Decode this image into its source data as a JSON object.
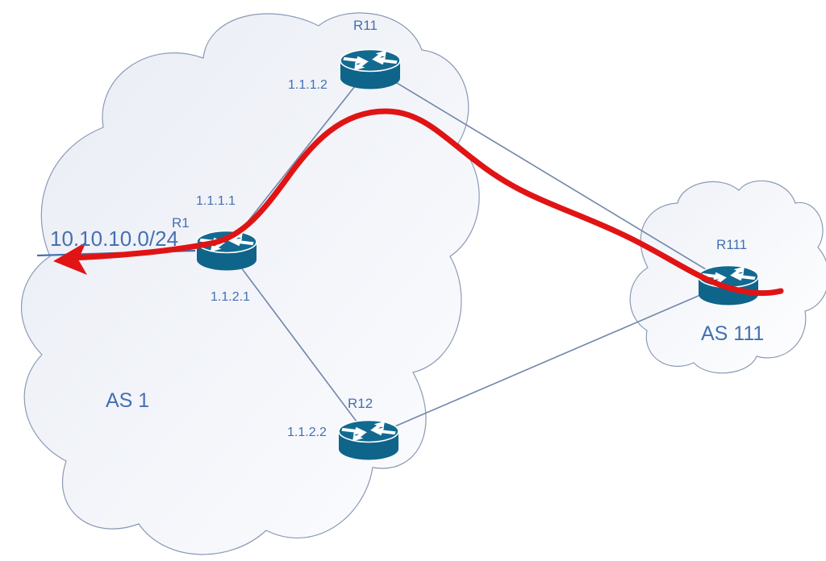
{
  "labels": {
    "network": "10.10.10.0/24",
    "as1": "AS 1",
    "as111": "AS 111",
    "r1": "R1",
    "r11": "R11",
    "r12": "R12",
    "r111": "R111",
    "if_r1_to_r11": "1.1.1.1",
    "if_r11_to_r1": "1.1.1.2",
    "if_r1_to_r12": "1.1.2.1",
    "if_r12_to_r1": "1.1.2.2"
  },
  "topology": {
    "autonomous_systems": [
      {
        "name": "AS 1",
        "routers": [
          "R1",
          "R11",
          "R12"
        ]
      },
      {
        "name": "AS 111",
        "routers": [
          "R111"
        ]
      }
    ],
    "links": [
      {
        "from": "R1",
        "to": "R11",
        "from_interface": "1.1.1.1",
        "to_interface": "1.1.1.2"
      },
      {
        "from": "R1",
        "to": "R12",
        "from_interface": "1.1.2.1",
        "to_interface": "1.1.2.2"
      },
      {
        "from": "R11",
        "to": "R111"
      },
      {
        "from": "R12",
        "to": "R111"
      },
      {
        "from": "R1",
        "to": "10.10.10.0/24"
      }
    ],
    "highlighted_route": {
      "from": "R111",
      "via": "R11",
      "to": "10.10.10.0/24"
    }
  },
  "icons": [
    {
      "name": "router-icon",
      "count": 4
    }
  ],
  "colors": {
    "router_fill": "#126a90",
    "label_text": "#4470b2",
    "link_line": "#7186a9",
    "cloud_outline": "#8a9ab5",
    "cloud_fill_start": "#e9ecf4",
    "cloud_fill_end": "#fcfdff",
    "route_highlight": "#e01414"
  }
}
